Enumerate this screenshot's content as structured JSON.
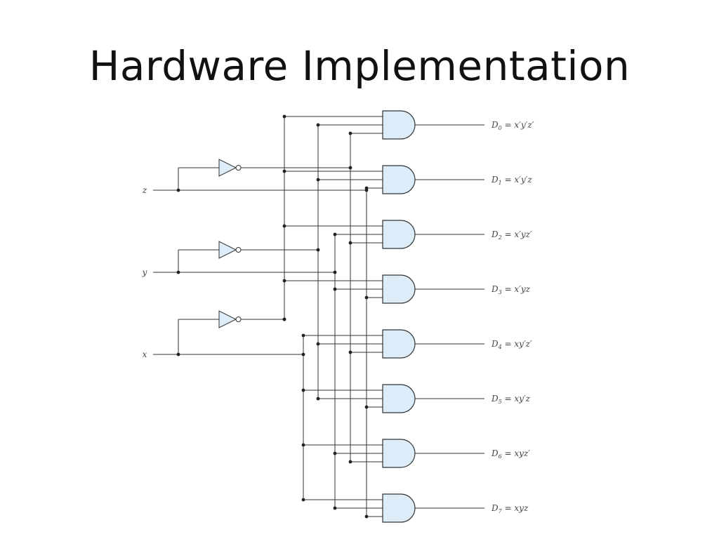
{
  "slide": {
    "title": "Hardware Implementation"
  },
  "inputs": [
    {
      "name": "z",
      "label": "z"
    },
    {
      "name": "y",
      "label": "y"
    },
    {
      "name": "x",
      "label": "x"
    }
  ],
  "outputs": [
    {
      "sub": "0",
      "expr": "= x′y′z′"
    },
    {
      "sub": "1",
      "expr": "= x′y′z"
    },
    {
      "sub": "2",
      "expr": "= x′yz′"
    },
    {
      "sub": "3",
      "expr": "= x′yz"
    },
    {
      "sub": "4",
      "expr": "= xy′z′"
    },
    {
      "sub": "5",
      "expr": "= xy′z"
    },
    {
      "sub": "6",
      "expr": "= xyz′"
    },
    {
      "sub": "7",
      "expr": "= xyz"
    }
  ],
  "colors": {
    "gate_fill": "#dcecf8",
    "wire": "#333333"
  }
}
